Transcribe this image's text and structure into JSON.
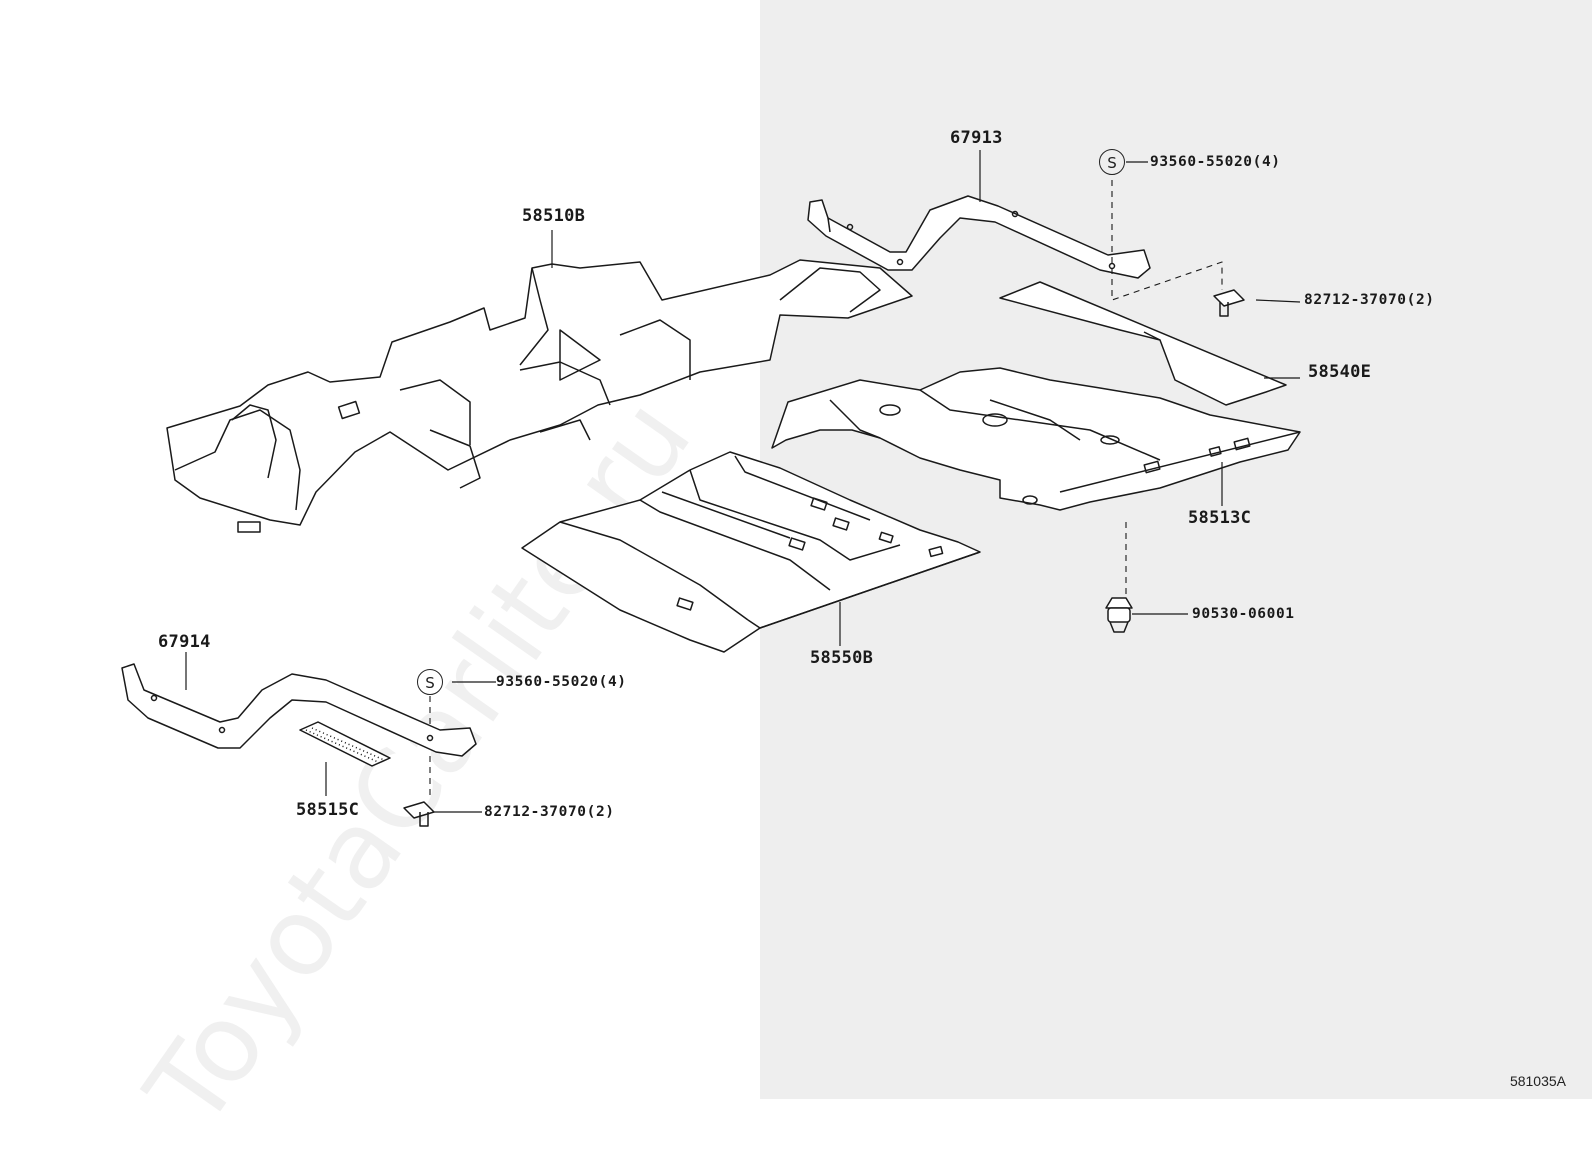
{
  "watermark": "ToyotaCarlite.ru",
  "diagram_ref": "581035A",
  "stamp_symbol": "S",
  "parts": {
    "p58510B": "58510B",
    "p67913": "67913",
    "p93560_top": "93560-55020(4)",
    "p82712_top": "82712-37070(2)",
    "p58540E": "58540E",
    "p58513C": "58513C",
    "p90530": "90530-06001",
    "p58550B": "58550B",
    "p67914": "67914",
    "p93560_bottom": "93560-55020(4)",
    "p58515C": "58515C",
    "p82712_bottom": "82712-37070(2)"
  }
}
